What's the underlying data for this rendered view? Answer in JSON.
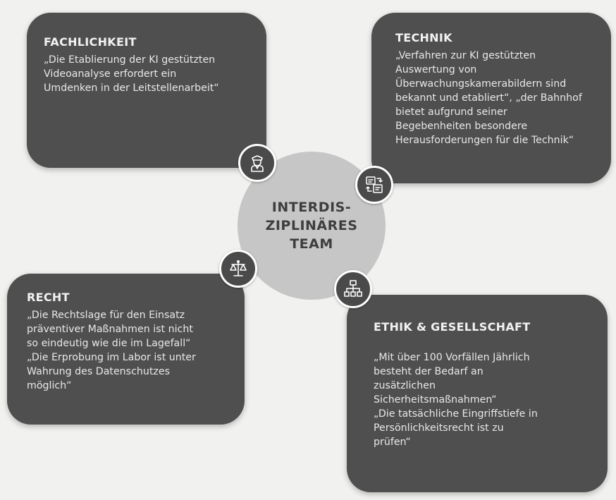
{
  "center": {
    "label": "INTERDIS-\nZIPLINÄRES\nTEAM"
  },
  "boxes": {
    "fachlichkeit": {
      "title": "FACHLICHKEIT",
      "text": "„Die Etablierung der KI gestützten\nVideoanalyse erfordert ein\nUmdenken in der Leitstellenarbeit“"
    },
    "technik": {
      "title": "TECHNIK",
      "text": "„Verfahren zur KI gestützten\nAuswertung von\nÜberwachungskamerabildern sind\nbekannt und etabliert“, „der Bahnhof\nbietet aufgrund seiner\nBegebenheiten besondere\nHerausforderungen für die Technik“"
    },
    "recht": {
      "title": "RECHT",
      "text": "„Die Rechtslage für den Einsatz\npräventiver Maßnahmen ist nicht\nso eindeutig wie die im Lagefall“\n„Die Erprobung im Labor ist unter\nWahrung des Datenschutzes\nmöglich“"
    },
    "ethik": {
      "title": "ETHIK & GESELLSCHAFT",
      "text": "„Mit über 100 Vorfällen Jährlich\nbesteht der Bedarf an\nzusätzlichen\nSicherheitsmaßnahmen“\n„Die tatsächliche Eingriffstiefe in\nPersönlichkeitsrecht ist zu\nprüfen“"
    }
  },
  "icons": {
    "fachlichkeit": "police-officer-icon",
    "technik": "data-exchange-icon",
    "recht": "scales-of-justice-icon",
    "ethik": "hierarchy-network-icon"
  },
  "colors": {
    "box": "#4f4f4f",
    "center_circle": "#c6c6c6",
    "center_text": "#3e3e3e",
    "box_text": "#f2f2f2"
  }
}
